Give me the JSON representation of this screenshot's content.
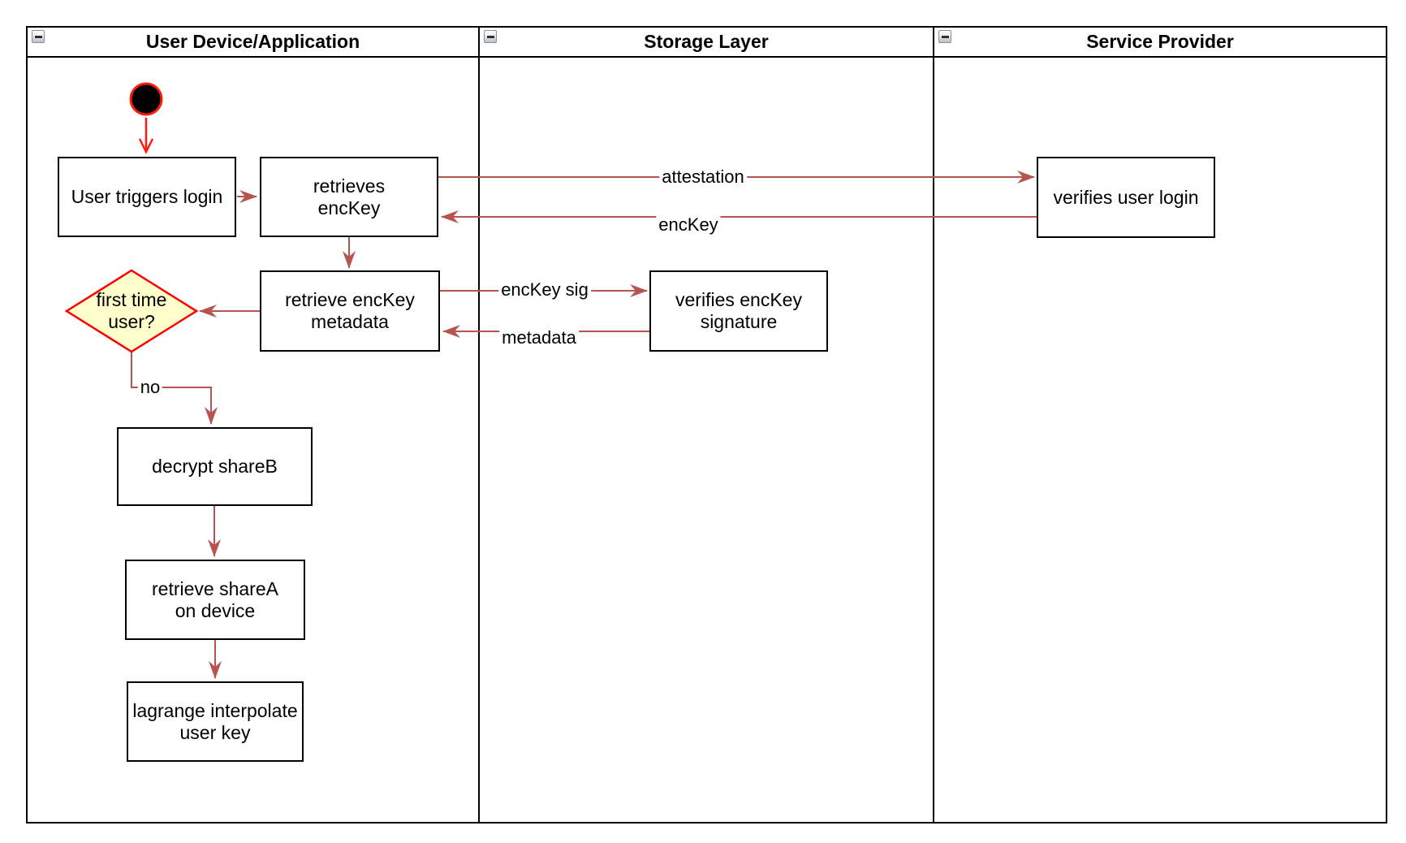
{
  "diagram": {
    "kind": "swimlane-activity-diagram",
    "colors": {
      "connector": "#B85450",
      "start_accent": "#FF1A0A",
      "decision_border": "#FF0000",
      "decision_fill": "#FFFFCC",
      "node_border": "#000000",
      "node_fill": "#FFFFFF"
    }
  },
  "lanes": [
    {
      "title": "User Device/Application"
    },
    {
      "title": "Storage Layer"
    },
    {
      "title": "Service Provider"
    }
  ],
  "nodes": {
    "start": {
      "type": "initial-node"
    },
    "user_triggers_login": {
      "label": "User triggers login"
    },
    "retrieves_enckey": {
      "label": "retrieves\nencKey"
    },
    "verifies_user_login": {
      "label": "verifies user login"
    },
    "retrieve_enckey_metadata": {
      "label": "retrieve encKey\nmetadata"
    },
    "verifies_enckey_signature": {
      "label": "verifies encKey\nsignature"
    },
    "first_time_user": {
      "label": "first time\nuser?"
    },
    "decrypt_shareb": {
      "label": "decrypt shareB"
    },
    "retrieve_sharea": {
      "label": "retrieve shareA\non device"
    },
    "lagrange_interpolate": {
      "label": "lagrange interpolate\nuser key"
    }
  },
  "edge_labels": {
    "attestation": "attestation",
    "enckey": "encKey",
    "enckey_sig": "encKey sig",
    "metadata": "metadata",
    "no": "no"
  }
}
